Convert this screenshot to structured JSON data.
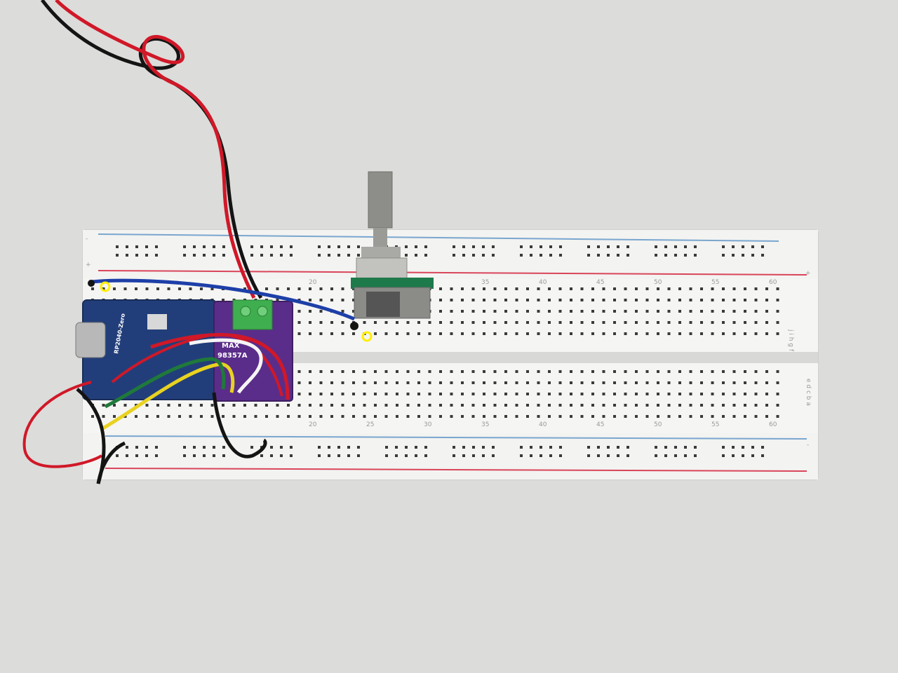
{
  "breadboard": {
    "rail_plus": "+",
    "rail_minus": "-",
    "column_numbers": [
      "20",
      "25",
      "30",
      "35",
      "40",
      "45",
      "50",
      "55",
      "60"
    ],
    "rows_top": "j i h g f",
    "rows_bottom": "e d c b a"
  },
  "amp_module": {
    "line1": "MAX",
    "line2": "98357A"
  },
  "mcu_board": {
    "label": "RP2040-Zero"
  },
  "colors": {
    "background": "#dcdcda",
    "board": "#f1f1ef",
    "red_rail_line": "#d9455a",
    "blue_rail_line": "#7aa6cf",
    "wire_red": "#d01828",
    "wire_black": "#141414",
    "wire_blue": "#1d3fa8",
    "wire_yellow": "#e8d220",
    "wire_green": "#1f7a3a",
    "wire_white": "#f5f5f5",
    "amp_pcb": "#5a2d8a",
    "mcu_pcb": "#223e7a",
    "encoder_pcb": "#1d7a4a",
    "terminal_block": "#3fae4f",
    "marker": "#ffee00"
  },
  "icons": [
    "usb-c-connector-icon",
    "rotary-knob-icon",
    "terminal-block-icon"
  ]
}
